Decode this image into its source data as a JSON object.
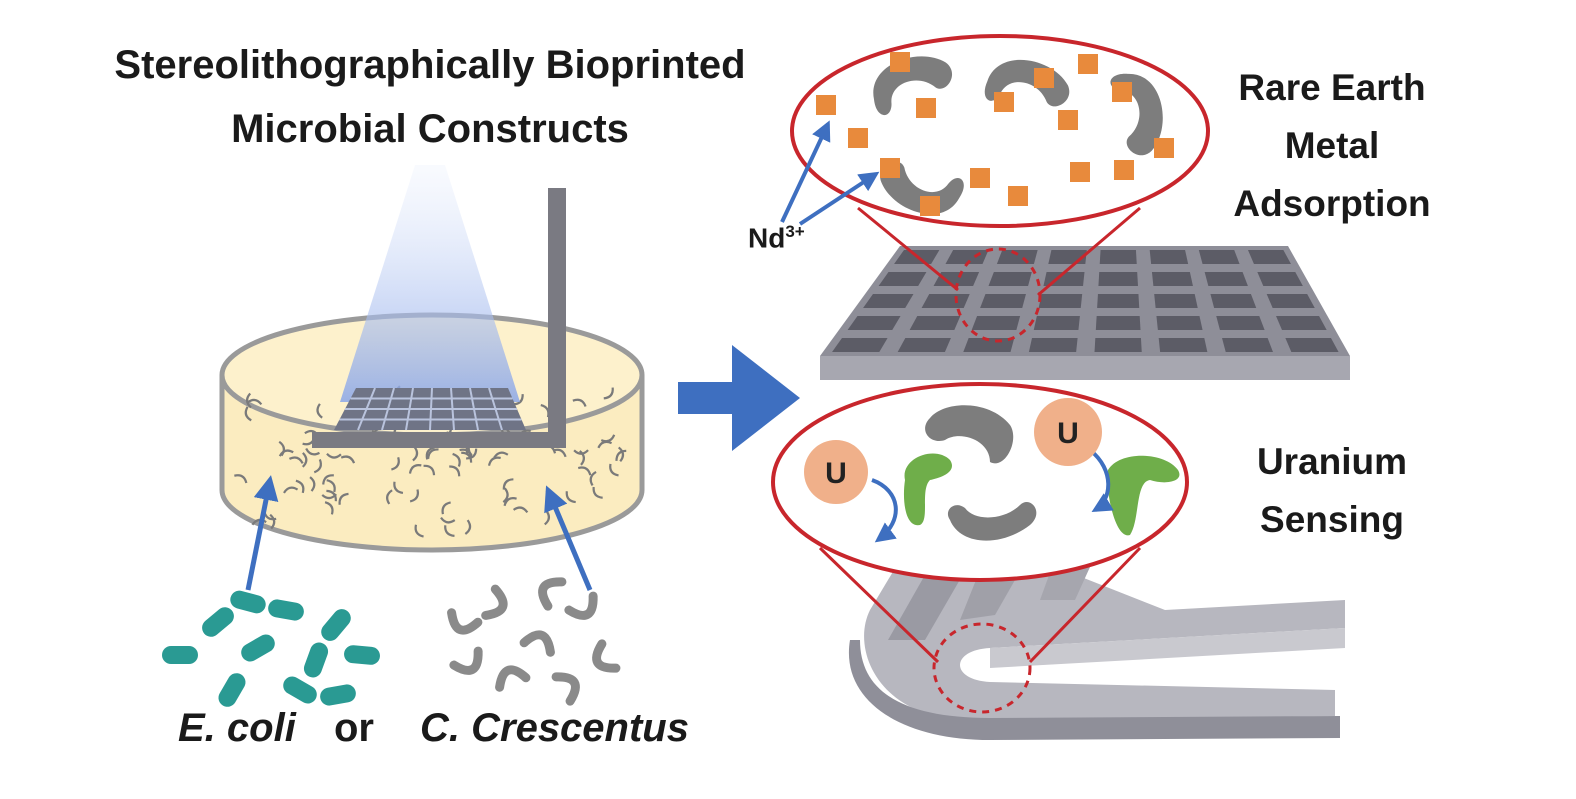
{
  "title": {
    "line1": "Stereolithographically Bioprinted",
    "line2": "Microbial Constructs"
  },
  "labels": {
    "rare_earth": [
      "Rare Earth",
      "Metal",
      "Adsorption"
    ],
    "uranium": [
      "Uranium",
      "Sensing"
    ],
    "nd_ion": "Nd",
    "nd_charge": "3+",
    "u_symbol": "U"
  },
  "organisms": {
    "ecoli": "E. coli",
    "connector": "or",
    "ccrescentus": "C. Crescentus"
  },
  "colors": {
    "blue_arrow": "#3e6fc0",
    "red_outline": "#c8262c",
    "orange_ion": "#e88a3c",
    "grey_cell": "#7d7d7d",
    "green_receptor": "#6fae4a",
    "uranium_fill": "#f0b08a",
    "teal_ecoli": "#2a9a93",
    "resin_yellow": "#fbecc0",
    "light_beam": "#9fb7ee"
  },
  "icons": [
    "blue-process-arrow",
    "light-beam-icon",
    "petri-dish-icon",
    "build-plate-icon",
    "zoom-lens-icon"
  ]
}
